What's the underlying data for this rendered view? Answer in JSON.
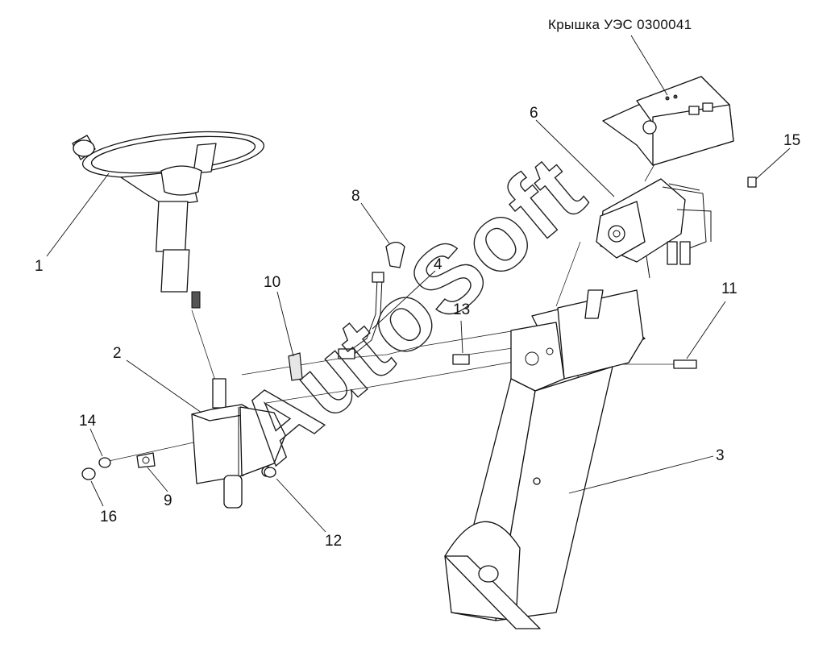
{
  "diagram": {
    "top_label": "Крышка УЭС 0300041",
    "watermark": "AutoSoft",
    "callouts": [
      "1",
      "2",
      "3",
      "4",
      "6",
      "8",
      "9",
      "10",
      "11",
      "12",
      "13",
      "14",
      "15",
      "16"
    ]
  },
  "parts": [
    {
      "number": "1"
    },
    {
      "number": "2"
    },
    {
      "number": "3"
    },
    {
      "number": "4"
    },
    {
      "number": "6"
    },
    {
      "number": "8"
    },
    {
      "number": "9"
    },
    {
      "number": "10"
    },
    {
      "number": "11"
    },
    {
      "number": "12"
    },
    {
      "number": "13"
    },
    {
      "number": "14"
    },
    {
      "number": "15"
    },
    {
      "number": "16"
    }
  ]
}
